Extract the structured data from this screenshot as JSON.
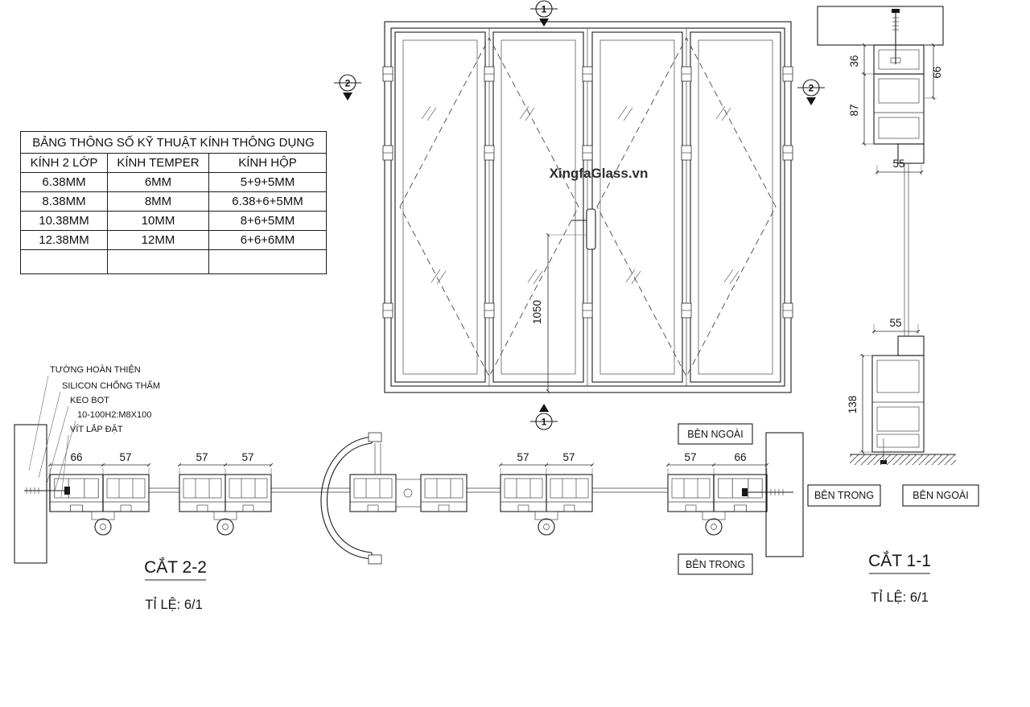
{
  "spec_table": {
    "title": "BẢNG THÔNG SỐ KỸ THUẬT KÍNH THÔNG DỤNG",
    "columns": [
      "KÍNH 2 LỚP",
      "KÍNH TEMPER",
      "KÍNH HỘP"
    ],
    "rows": [
      [
        "6.38MM",
        "6MM",
        "5+9+5MM"
      ],
      [
        "8.38MM",
        "8MM",
        "6.38+6+5MM"
      ],
      [
        "10.38MM",
        "10MM",
        "8+6+5MM"
      ],
      [
        "12.38MM",
        "12MM",
        "6+6+6MM"
      ]
    ]
  },
  "elevation": {
    "watermark": "XingfaGlass.vn",
    "handle_height_dim": "1050",
    "marker_top": "1",
    "marker_bottom": "1",
    "marker_left": "2",
    "marker_right": "2"
  },
  "section_1_1": {
    "title": "CẮT 1-1",
    "scale_label": "TỈ LỆ: 6/1",
    "dim_36": "36",
    "dim_87": "87",
    "dim_66": "66",
    "dim_55_top": "55",
    "dim_55_bottom": "55",
    "dim_138": "138",
    "label_inside": "BÊN TRONG",
    "label_outside": "BÊN NGOÀI"
  },
  "section_2_2": {
    "title": "CẮT 2-2",
    "scale_label": "TỈ LỆ: 6/1",
    "callouts": [
      "TƯỜNG HOÀN THIỆN",
      "SILICON CHỐNG THẤM",
      "KEO BỌT",
      "10-100H2:M8X100",
      "VÍT LẮP ĐẶT"
    ],
    "dims": [
      "66",
      "57",
      "57",
      "57",
      "57",
      "57",
      "57",
      "66"
    ],
    "label_outside": "BÊN NGOÀI",
    "label_inside": "BÊN TRONG"
  }
}
